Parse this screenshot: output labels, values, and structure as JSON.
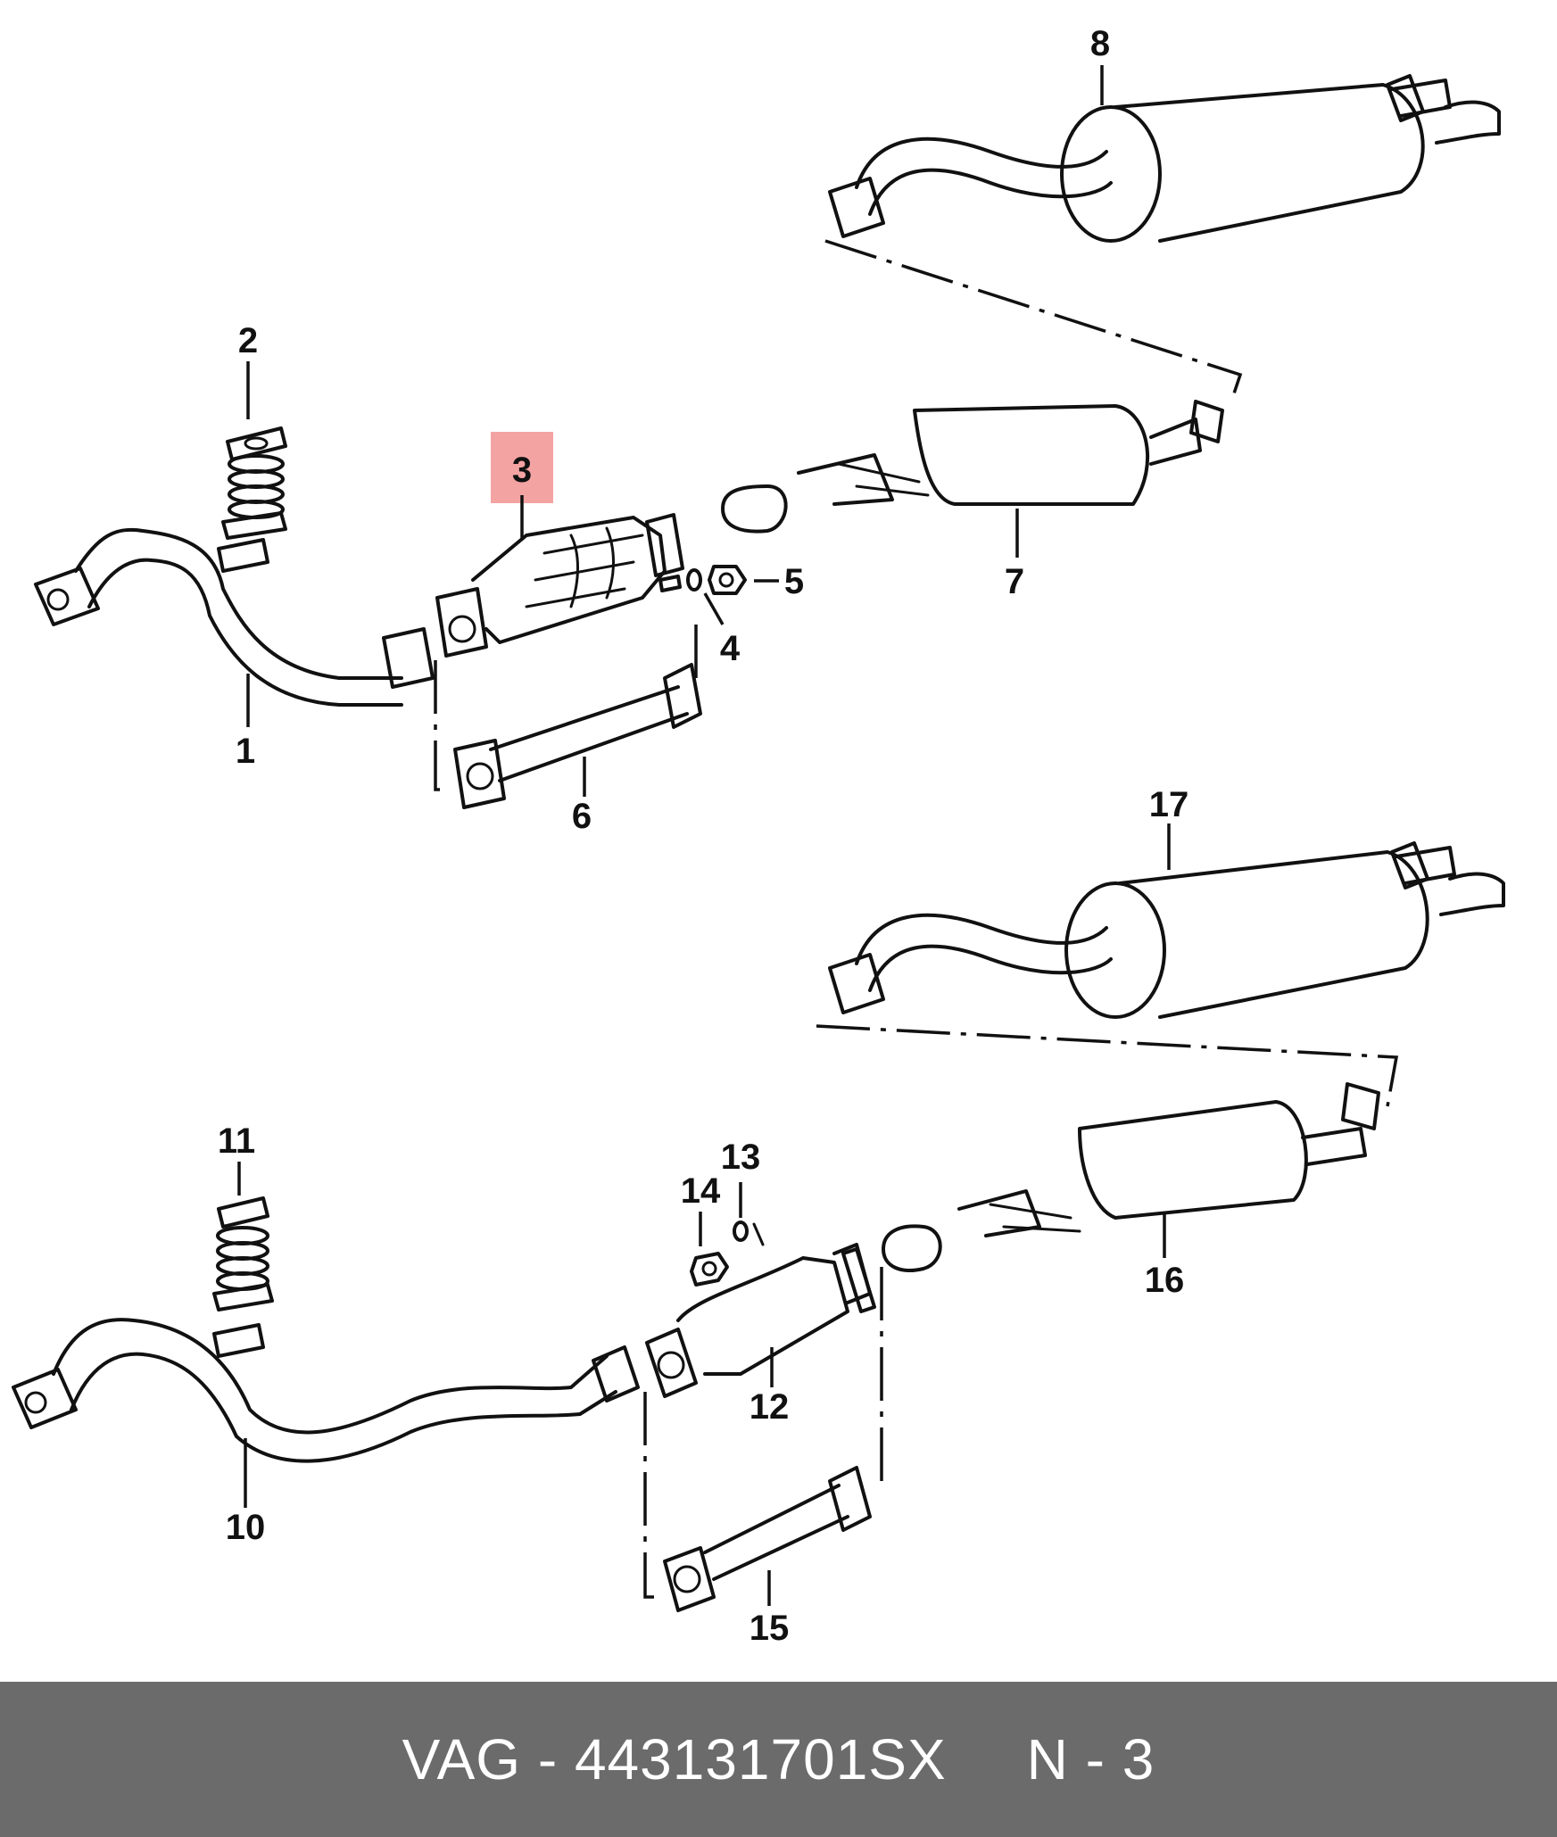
{
  "diagram": {
    "highlight_color": "#f4a3a3",
    "highlighted_callout": "3",
    "callouts": [
      "1",
      "2",
      "3",
      "4",
      "5",
      "6",
      "7",
      "8",
      "10",
      "11",
      "12",
      "13",
      "14",
      "15",
      "16",
      "17"
    ]
  },
  "footer": {
    "brand": "VAG",
    "separator": "-",
    "part_number": "443131701SX",
    "position_label": "N",
    "position_number": "3"
  }
}
